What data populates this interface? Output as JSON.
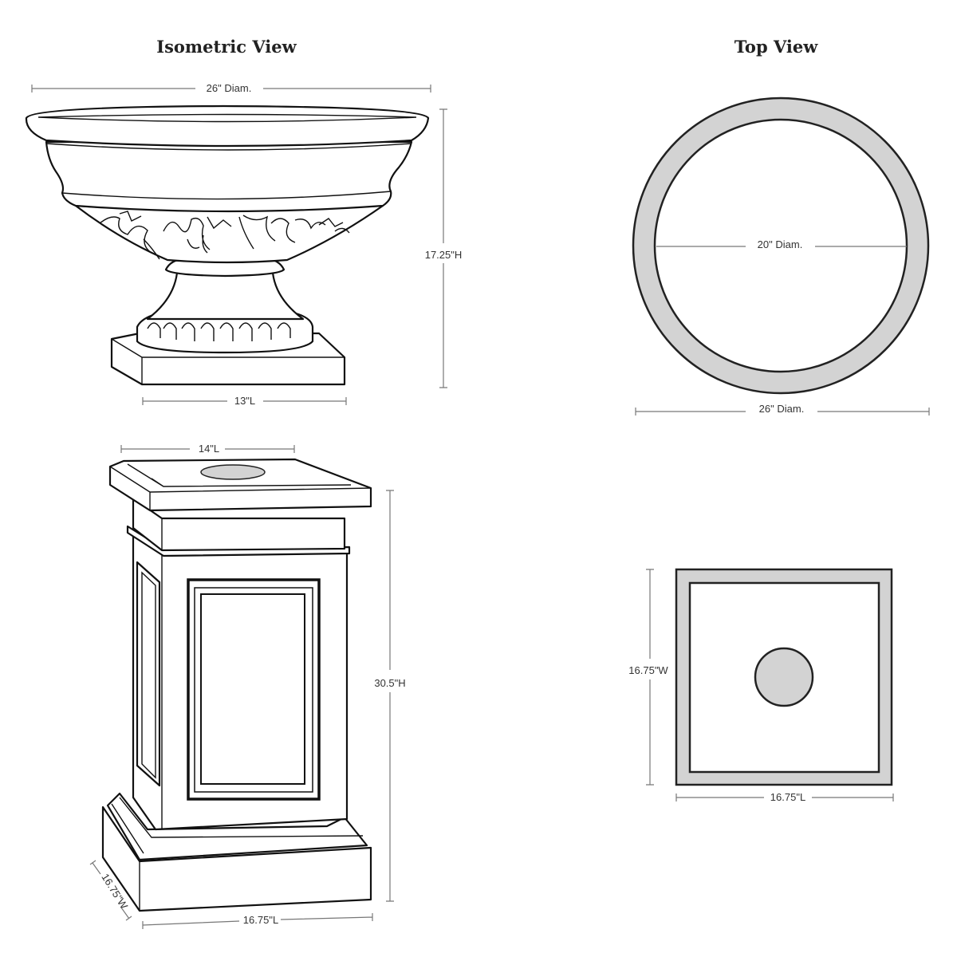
{
  "titles": {
    "isometric": "Isometric View",
    "top": "Top View"
  },
  "bowl": {
    "diameter": "26\" Diam.",
    "height": "17.25\"H",
    "base_length": "13\"L"
  },
  "bowl_top": {
    "inner_diameter": "20\" Diam.",
    "outer_diameter": "26\" Diam."
  },
  "pedestal": {
    "top_length": "14\"L",
    "height": "30.5\"H",
    "base_length": "16.75\"L",
    "base_width": "16.75\"W"
  },
  "pedestal_top": {
    "width": "16.75\"W",
    "length": "16.75\"L"
  },
  "colors": {
    "fill_gray": "#d3d3d3",
    "outline": "#111111",
    "dimension": "#777777"
  }
}
